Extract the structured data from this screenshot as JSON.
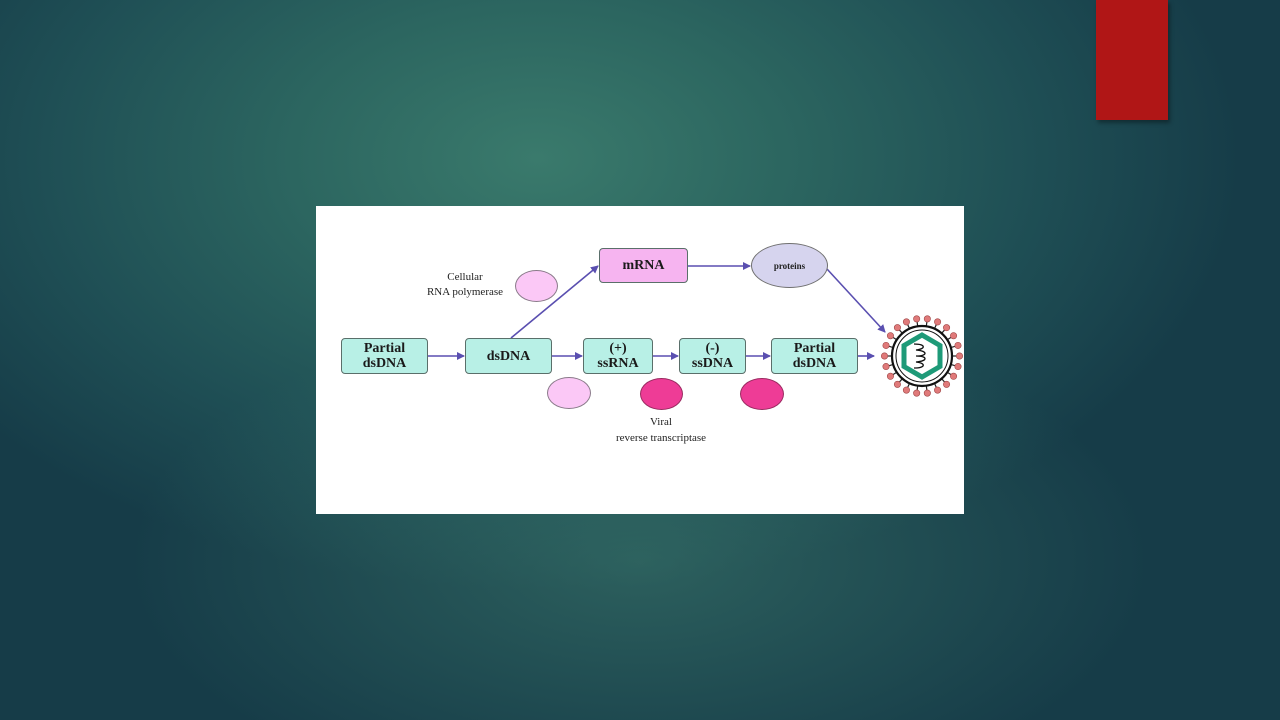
{
  "slide": {
    "accent_color": "#b01616"
  },
  "diagram": {
    "nodes": {
      "partial_dsdna_start": "Partial\ndsDNA",
      "dsdna": "dsDNA",
      "mrna": "mRNA",
      "proteins": "proteins",
      "plus_ssrna": "(+)\nssRNA",
      "minus_ssdna": "(-)\nssDNA",
      "partial_dsdna_end": "Partial\ndsDNA"
    },
    "labels": {
      "cellular_line1": "Cellular",
      "cellular_line2": "RNA polymerase",
      "viral_line1": "Viral",
      "viral_line2": "reverse transcriptase"
    },
    "colors": {
      "dna_box": "#b8f0e6",
      "mrna_box": "#f6b4f0",
      "proteins_ellipse": "#d6d4ee",
      "cellular_enzyme": "#fbc8f6",
      "viral_enzyme": "#ee3c96",
      "arrow": "#5a4fb0",
      "virus_shell": "#e07a7a",
      "virus_capsid": "#1e9a78"
    },
    "icons": {
      "virion": "virus-particle-icon"
    }
  }
}
